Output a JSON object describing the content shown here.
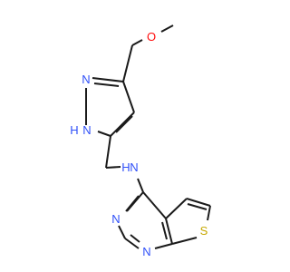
{
  "molecule": {
    "atoms": {
      "o_methoxy": {
        "text": "O",
        "color": "#ff0d0d"
      },
      "n_pyrazole_2": {
        "text": "N",
        "color": "#3050f8"
      },
      "n_pyrazole_1": {
        "text": "N",
        "color": "#3050f8"
      },
      "h_pyrazole_1": {
        "text": "H",
        "color": "#3050f8"
      },
      "n_amine": {
        "text": "N",
        "color": "#3050f8"
      },
      "h_amine": {
        "text": "H",
        "color": "#3050f8"
      },
      "n_pyrimidine_3": {
        "text": "N",
        "color": "#3050f8"
      },
      "n_pyrimidine_1": {
        "text": "N",
        "color": "#3050f8"
      },
      "s_thiophene": {
        "text": "S",
        "color": "#c6a800"
      }
    },
    "bond_color": "#1a1a1a"
  }
}
